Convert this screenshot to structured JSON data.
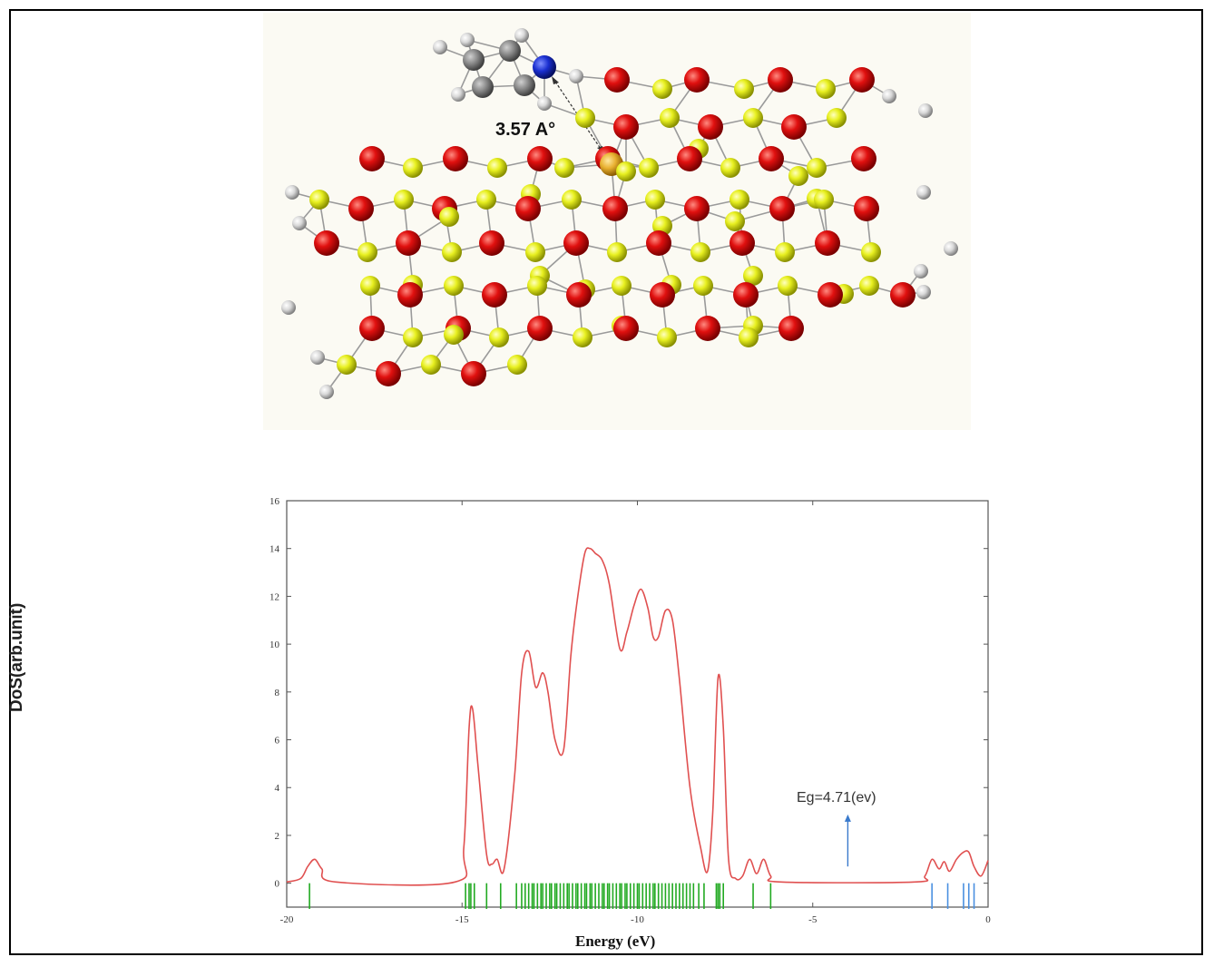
{
  "molecule": {
    "distance_label": "3.57 A°",
    "colors": {
      "oxygen": "#e0100f",
      "silicon": "#e8f020",
      "hydrogen": "#d8d8d8",
      "carbon": "#8a8a8a",
      "nitrogen": "#1a2fd0",
      "dopant": "#e8b030",
      "bond": "#9a9a9a"
    }
  },
  "chart_data": {
    "type": "line",
    "title": "",
    "xlabel": "Energy (eV)",
    "ylabel": "DoS(arb.unit)",
    "xlim": [
      -20,
      0
    ],
    "ylim": [
      -1,
      16
    ],
    "x_ticks": [
      -20,
      -15,
      -10,
      -5,
      0
    ],
    "y_ticks": [
      0,
      2,
      4,
      6,
      8,
      10,
      12,
      14,
      16
    ],
    "grid": false,
    "series": [
      {
        "color": "#e05050",
        "x": [
          -20,
          -19.6,
          -19.4,
          -19.2,
          -19.0,
          -18.6,
          -15.2,
          -14.95,
          -14.8,
          -14.7,
          -14.55,
          -14.3,
          -14.15,
          -14.0,
          -13.8,
          -13.5,
          -13.3,
          -13.1,
          -12.9,
          -12.7,
          -12.55,
          -12.35,
          -12.1,
          -11.9,
          -11.7,
          -11.5,
          -11.35,
          -11.2,
          -11.0,
          -10.8,
          -10.5,
          -10.3,
          -10.1,
          -9.9,
          -9.7,
          -9.55,
          -9.4,
          -9.2,
          -9.0,
          -8.8,
          -8.5,
          -8.2,
          -8.0,
          -7.85,
          -7.7,
          -7.55,
          -7.4,
          -7.2,
          -7.0,
          -6.8,
          -6.6,
          -6.4,
          -6.2,
          -5.9,
          -2.1,
          -1.8,
          -1.6,
          -1.4,
          -1.25,
          -1.1,
          -0.9,
          -0.7,
          -0.55,
          -0.4,
          -0.2,
          0
        ],
        "values": [
          0.05,
          0.2,
          0.7,
          1.0,
          0.6,
          0.05,
          0.05,
          1.5,
          6.5,
          7.3,
          5.0,
          1.2,
          0.8,
          1.0,
          0.6,
          4.5,
          8.8,
          9.7,
          8.2,
          8.8,
          8.0,
          6.0,
          5.6,
          9.5,
          12.0,
          13.8,
          14.0,
          13.8,
          13.5,
          12.5,
          9.8,
          10.5,
          11.6,
          12.3,
          11.5,
          10.3,
          10.3,
          11.4,
          11.0,
          8.5,
          4.0,
          1.5,
          0.5,
          3.0,
          8.6,
          6.5,
          1.0,
          0.2,
          0.3,
          1.0,
          0.4,
          1.0,
          0.3,
          0.05,
          0.05,
          0.3,
          1.0,
          0.6,
          0.9,
          0.5,
          1.0,
          1.3,
          1.3,
          0.7,
          0.3,
          0.95
        ]
      }
    ],
    "occupied_levels": {
      "color": "#22aa22",
      "energies": [
        -19.35,
        -14.9,
        -14.8,
        -14.75,
        -14.65,
        -14.3,
        -13.9,
        -13.45,
        -13.3,
        -13.2,
        -13.1,
        -13.0,
        -12.95,
        -12.85,
        -12.75,
        -12.7,
        -12.6,
        -12.5,
        -12.45,
        -12.35,
        -12.3,
        -12.2,
        -12.1,
        -12.0,
        -11.95,
        -11.85,
        -11.75,
        -11.7,
        -11.6,
        -11.5,
        -11.45,
        -11.35,
        -11.3,
        -11.2,
        -11.1,
        -11.0,
        -10.95,
        -10.85,
        -10.8,
        -10.7,
        -10.6,
        -10.5,
        -10.45,
        -10.35,
        -10.3,
        -10.2,
        -10.1,
        -10.0,
        -9.95,
        -9.85,
        -9.75,
        -9.65,
        -9.55,
        -9.5,
        -9.4,
        -9.3,
        -9.2,
        -9.1,
        -9.0,
        -8.9,
        -8.8,
        -8.7,
        -8.6,
        -8.5,
        -8.4,
        -8.25,
        -8.1,
        -7.75,
        -7.7,
        -7.65,
        -7.55,
        -6.7,
        -6.2
      ]
    },
    "unoccupied_levels": {
      "color": "#4a90e0",
      "energies": [
        -1.6,
        -1.15,
        -0.7,
        -0.55,
        -0.4
      ]
    },
    "annotation": {
      "text": "Eg=4.71(ev)",
      "arrow_x": -4.0,
      "arrow_from": 0.7,
      "arrow_to": 2.8,
      "color": "#3a7acc"
    }
  }
}
